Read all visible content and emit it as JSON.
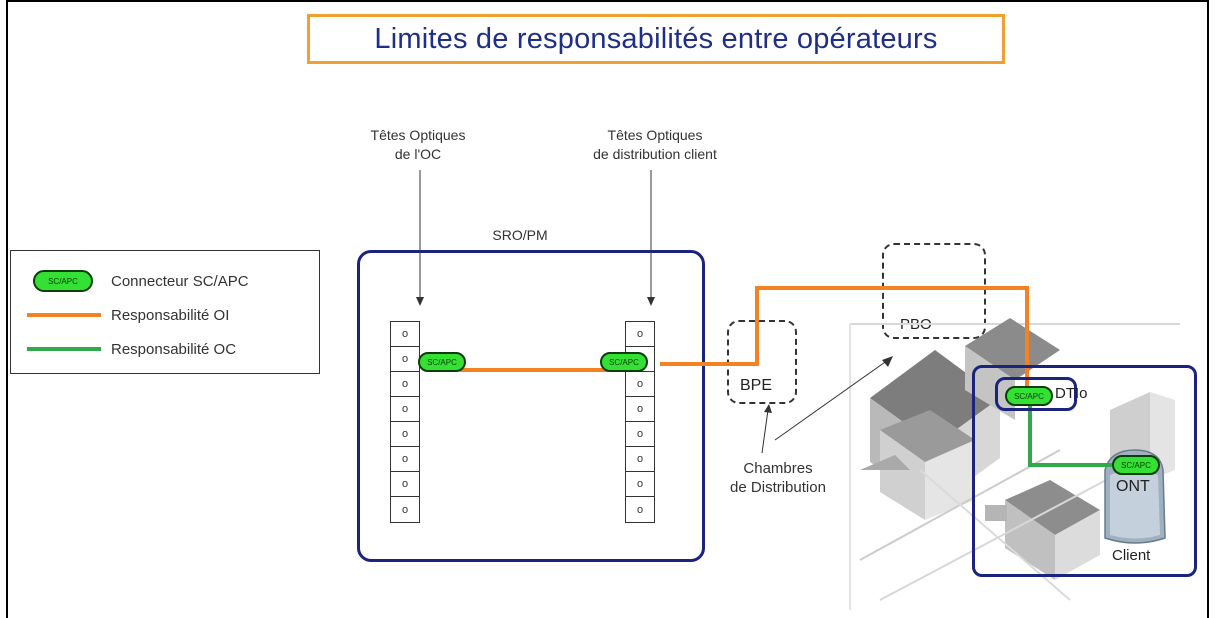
{
  "title": "Limites de responsabilités entre opérateurs",
  "legend": {
    "items": [
      {
        "swatch": "connector",
        "swatch_text": "SC/APC",
        "label": "Connecteur SC/APC"
      },
      {
        "swatch": "line",
        "color": "#f58220",
        "label": "Responsabilité OI"
      },
      {
        "swatch": "line",
        "color": "#2eaa4a",
        "label": "Responsabilité OC"
      }
    ]
  },
  "labels": {
    "tetes_oc": [
      "Têtes Optiques",
      "de l'OC"
    ],
    "tetes_client": [
      "Têtes Optiques",
      "de distribution client"
    ],
    "sro_pm": "SRO/PM",
    "bpe": "BPE",
    "pbo": "PBO",
    "chambres": [
      "Chambres",
      "de Distribution"
    ],
    "dtio": "DTIo",
    "ont": "ONT",
    "client": "Client"
  },
  "connector_text": "SC/APC",
  "port_symbol": "o",
  "colors": {
    "oi": "#f58220",
    "oc": "#2eaa4a",
    "frame": "#1a237e",
    "title_border": "#f0a030",
    "connector": "#33e033"
  }
}
